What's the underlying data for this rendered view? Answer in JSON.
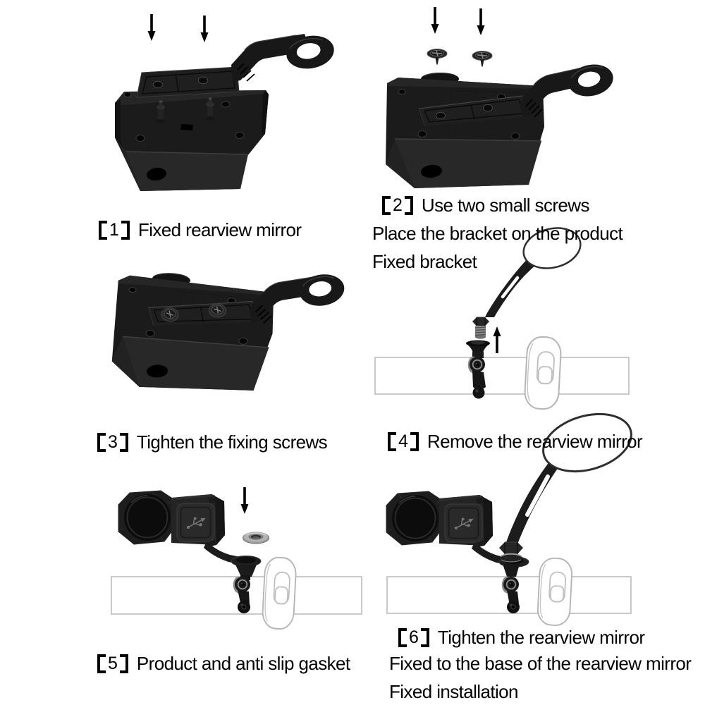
{
  "page": {
    "type": "product-installation-instructions",
    "background": "#ffffff",
    "language": "en"
  },
  "palette": {
    "text_color": "#000000",
    "device_black": "#1b1b1b",
    "device_dark": "#111111",
    "device_front": "#282828",
    "edge_highlight": "#3c3c3c",
    "handlebar_outline": "#c9c9c9",
    "collar_outline": "#b5b5b5",
    "mirror_outline": "#2f2f2f",
    "metal_gray": "#9a9a9a",
    "white": "#ffffff"
  },
  "steps": [
    {
      "num": "1",
      "marker": "【1】",
      "title": "Fixed rearview mirror",
      "extra_lines": []
    },
    {
      "num": "2",
      "marker": "【2】",
      "title": "Use two small screws",
      "extra_lines": [
        "Place the bracket on the product",
        "Fixed bracket"
      ]
    },
    {
      "num": "3",
      "marker": "【3】",
      "title": "Tighten the fixing screws",
      "extra_lines": []
    },
    {
      "num": "4",
      "marker": "【4】",
      "title": "Remove the rearview mirror",
      "extra_lines": []
    },
    {
      "num": "5",
      "marker": "【5】",
      "title": "Product and anti slip gasket",
      "extra_lines": []
    },
    {
      "num": "6",
      "marker": "【6】",
      "title": "Tighten the rearview mirror",
      "extra_lines": [
        "Fixed to the base of the rearview mirror",
        "Fixed installation"
      ]
    }
  ]
}
